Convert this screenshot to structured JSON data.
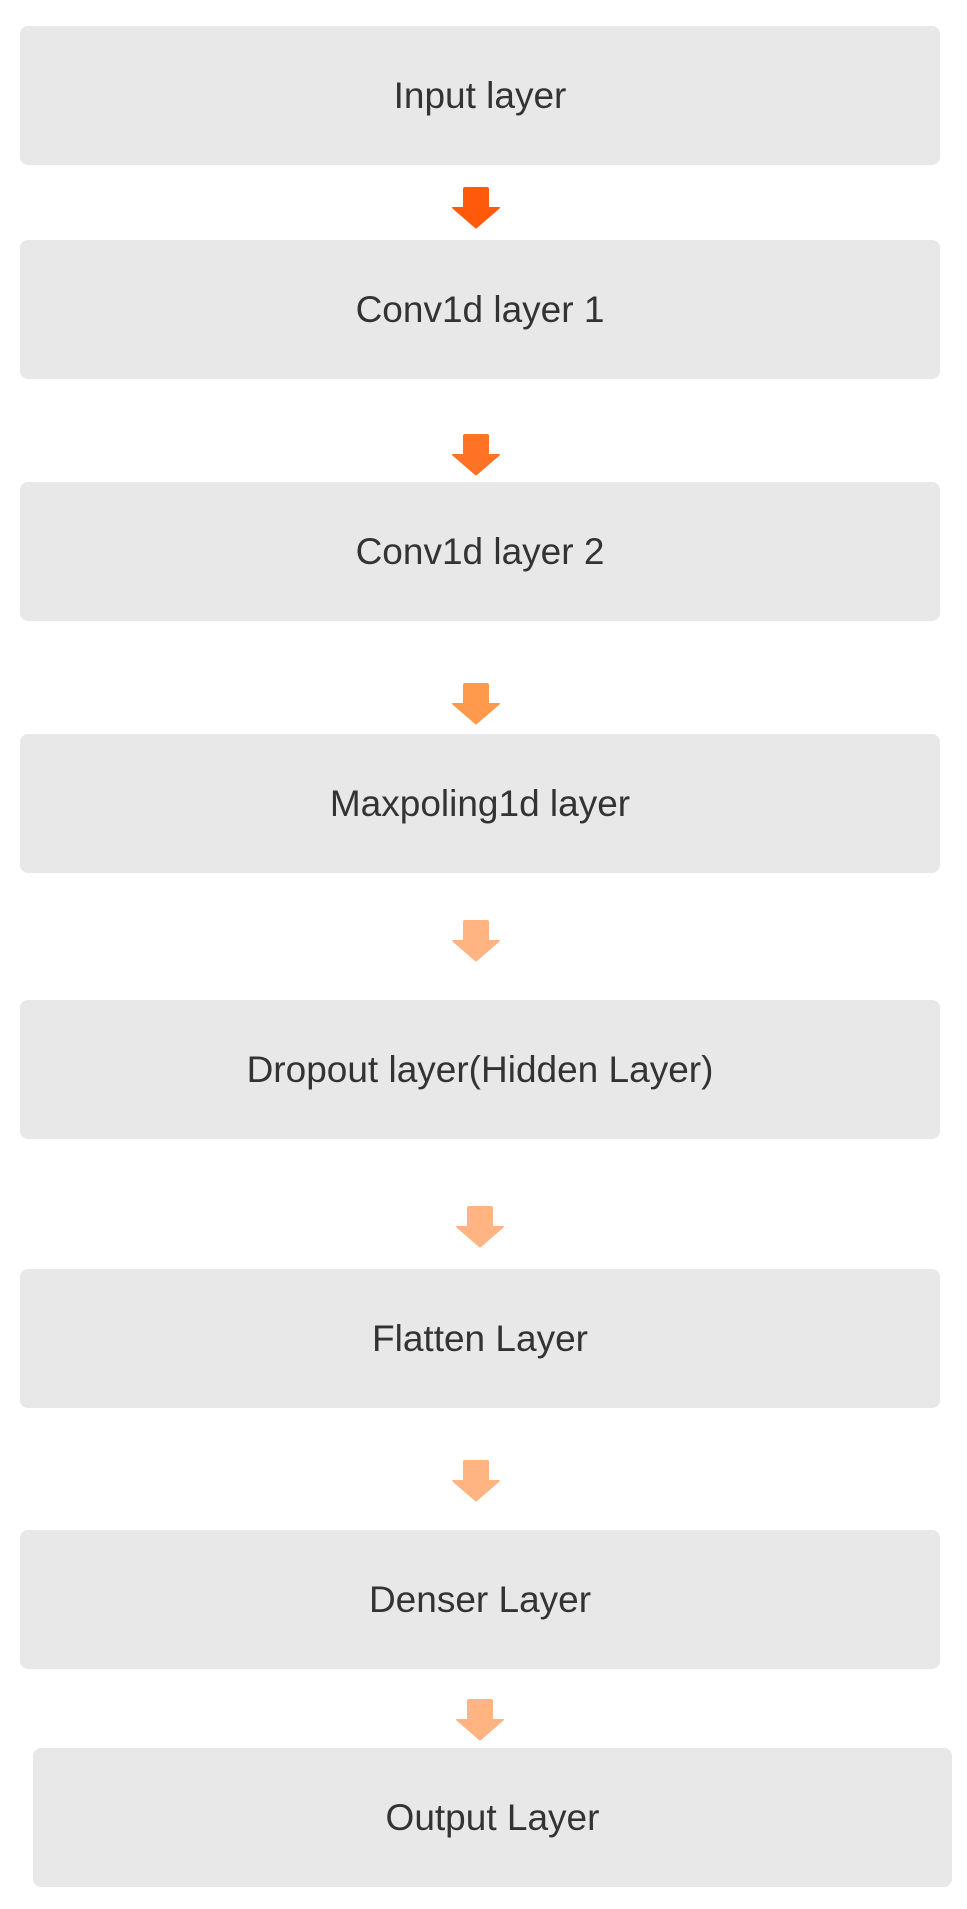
{
  "diagram": {
    "layers": [
      {
        "label": "Input layer"
      },
      {
        "label": "Conv1d layer 1"
      },
      {
        "label": "Conv1d layer 2"
      },
      {
        "label": "Maxpoling1d layer"
      },
      {
        "label": "Dropout layer(Hidden Layer)"
      },
      {
        "label": "Flatten Layer"
      },
      {
        "label": "Denser Layer"
      },
      {
        "label": "Output Layer"
      }
    ],
    "arrow_colors": [
      "#ff5a0a",
      "#ff7326",
      "#ff9a4d",
      "#ffb482",
      "#ffb482",
      "#ffb482",
      "#ffb482"
    ],
    "box_color": "#e8e8e8",
    "text_color": "#333333"
  }
}
